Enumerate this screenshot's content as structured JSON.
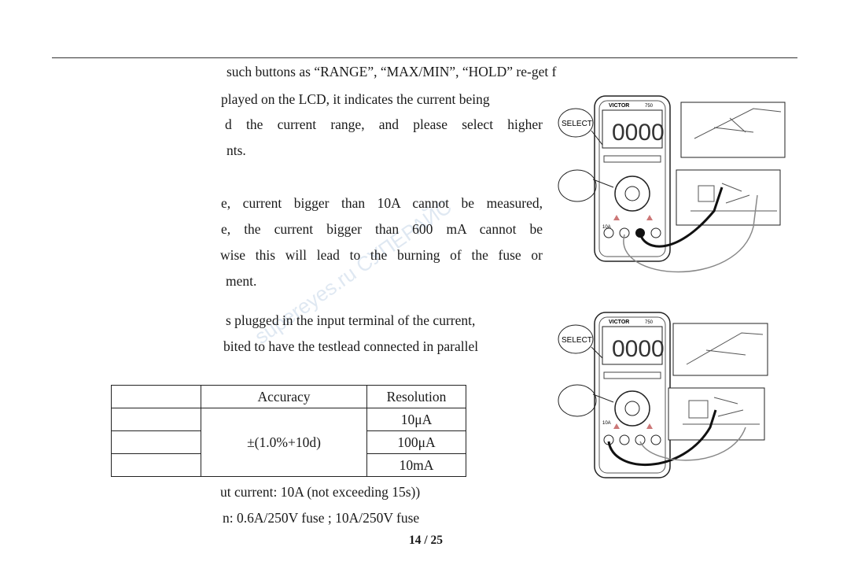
{
  "page": {
    "lines": [
      "such buttons as “RANGE”, “MAX/MIN”, “HOLD” re-get f",
      "played on the LCD, it indicates the current being",
      "d the current range, and please select higher",
      "nts.",
      "e, current bigger than 10A cannot be measured,",
      "e, the current bigger than 600 mA cannot be",
      "wise this will lead to the burning of the fuse or",
      "ment.",
      "s plugged in the input terminal of the current,",
      "bited to have the testlead connected in parallel",
      "ut current: 10A (not exceeding 15s))",
      "n: 0.6A/250V fuse ; 10A/250V fuse"
    ],
    "table": {
      "headers": [
        "",
        "Accuracy",
        "Resolution"
      ],
      "accuracy": "±(1.0%+10d)",
      "resolutions": [
        "10μA",
        "100μA",
        "10mA"
      ]
    },
    "page_number": "14 / 25",
    "watermark": "supereyes.ru СУПЕРАЙС",
    "figures": {
      "select_label": "SELECT",
      "brand": "VICTOR",
      "model": "750",
      "terminal_label": "10A"
    }
  }
}
